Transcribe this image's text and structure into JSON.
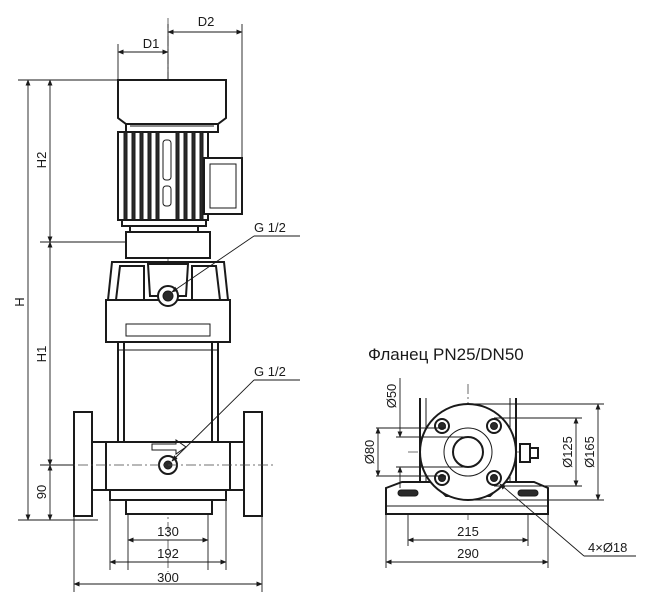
{
  "front_view": {
    "dims": {
      "d1": "D1",
      "d2": "D2",
      "h": "H",
      "h1": "H1",
      "h2": "H2",
      "h90": "90",
      "w130": "130",
      "w192": "192",
      "w300": "300"
    },
    "callouts": {
      "upper_port": "G 1/2",
      "lower_port": "G 1/2"
    }
  },
  "flange_view": {
    "title": "Фланец PN25/DN50",
    "dims": {
      "d50": "Ø50",
      "d80": "Ø80",
      "d125": "Ø125",
      "d165": "Ø165",
      "w215": "215",
      "w290": "290",
      "holes": "4×Ø18"
    }
  }
}
